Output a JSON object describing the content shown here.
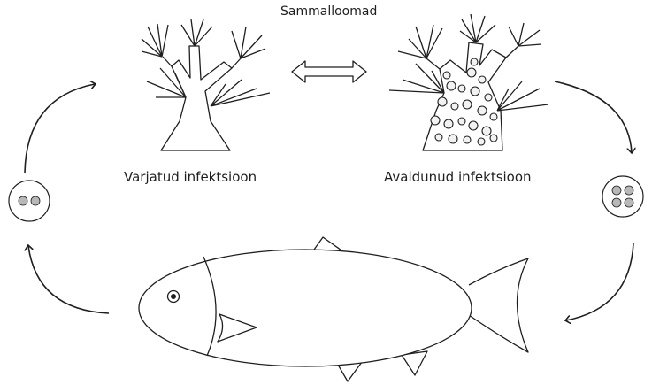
{
  "labels": {
    "title": "Sammalloomad",
    "latent_infection": "Varjatud infektsioon",
    "overt_infection": "Avaldunud infektsioon"
  },
  "colors": {
    "stroke": "#1f1f1f",
    "spore_fill": "#b8b8b8",
    "cell_fill": "#f2f2f2",
    "background": "#ffffff"
  },
  "icons": [
    "bryozoan-colony-latent",
    "bryozoan-colony-overt",
    "double-headed-arrow",
    "spore-two-cells",
    "spore-four-cells",
    "fish",
    "cycle-arrow"
  ]
}
